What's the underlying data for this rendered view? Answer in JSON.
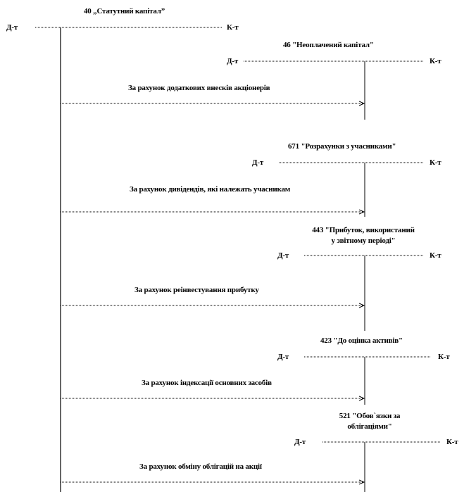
{
  "main_account": {
    "title": "40 „Статутний капітал”",
    "debit": "Д-т",
    "credit": "К-т"
  },
  "entries": [
    {
      "title_lines": [
        "46 \"Неоплачений капітал\""
      ],
      "debit": "Д-т",
      "credit": "К-т",
      "description": "За рахунок додаткових внесків акціонерів"
    },
    {
      "title_lines": [
        "671 \"Розрахунки з учасниками\""
      ],
      "debit": "Д-т",
      "credit": "К-т",
      "description": "За рахунок дивідендів, які належать учасникам"
    },
    {
      "title_lines": [
        "443 \"Прибуток, використаний",
        "у звітному періоді\""
      ],
      "debit": "Д-т",
      "credit": "К-т",
      "description": "За рахунок реінвестування прибутку"
    },
    {
      "title_lines": [
        "423 \"До оцінка активів\""
      ],
      "debit": "Д-т",
      "credit": "К-т",
      "description": "За рахунок індексації основних засобів"
    },
    {
      "title_lines": [
        "521 \"Обов`язки за",
        "облігаціями\""
      ],
      "debit": "Д-т",
      "credit": "К-т",
      "description": "За рахунок обміну облігацій на акції"
    }
  ]
}
